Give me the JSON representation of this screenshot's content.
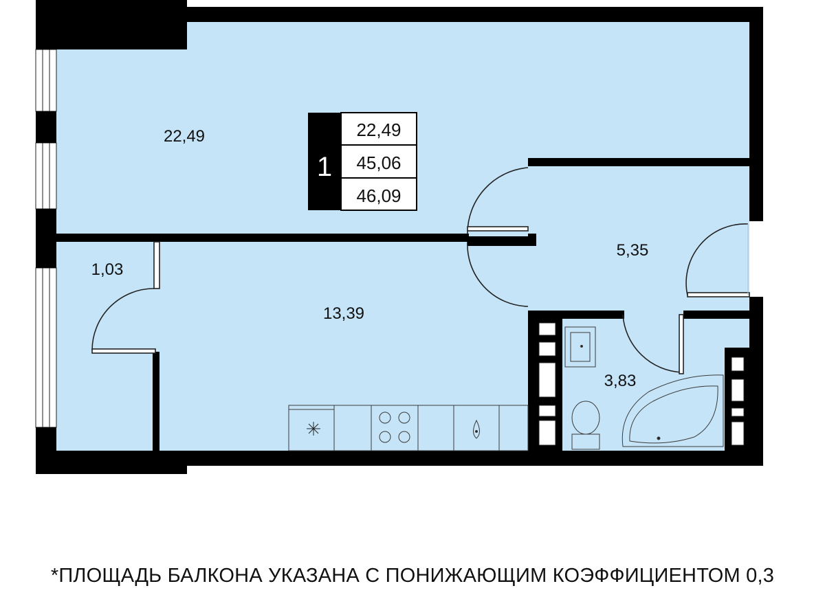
{
  "rooms": {
    "living": "22,49",
    "closet": "1,03",
    "kitchen": "13,39",
    "hall": "5,35",
    "bathroom": "3,83"
  },
  "legend": {
    "rooms_count": "1",
    "living_area": "22,49",
    "total_area": "45,06",
    "total_with_balcony": "46,09"
  },
  "footnote": "*ПЛОЩАДЬ БАЛКОНА УКАЗАНА С ПОНИЖАЮЩИМ КОЭФФИЦИЕНТОМ 0,3",
  "colors": {
    "floor": "#c5e4f8",
    "wall": "#000000",
    "fixture_line": "#3a3a3a"
  }
}
